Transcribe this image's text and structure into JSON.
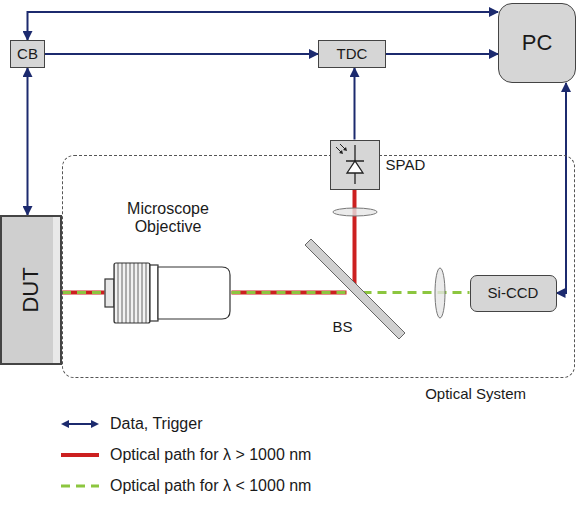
{
  "diagram": {
    "nodes": [
      {
        "text": [
          "CB"
        ]
      },
      {
        "text": [
          "TDC"
        ]
      },
      {
        "text": [
          "PC"
        ]
      },
      {
        "text": [
          "Optical System"
        ]
      },
      {
        "text": [
          "SPAD"
        ],
        "in": 3
      },
      {
        "text": [
          "DUT"
        ]
      },
      {
        "text": [
          "Microscope Objective"
        ],
        "in": 3
      },
      {
        "text": [
          "BS"
        ],
        "in": 3
      },
      {
        "text": [
          "Si-CCD"
        ],
        "in": 3
      }
    ],
    "edges": [
      {
        "from": 0,
        "to": 2,
        "arrow": "both"
      },
      {
        "from": 0,
        "to": 1,
        "arrow": "to"
      },
      {
        "from": 1,
        "to": 2,
        "arrow": "to"
      },
      {
        "from": 4,
        "to": 1,
        "arrow": "to"
      },
      {
        "from": 0,
        "to": 5,
        "arrow": "both"
      },
      {
        "from": 2,
        "to": 8,
        "arrow": "both"
      },
      {
        "from": 5,
        "to": 6,
        "arrow": "none"
      },
      {
        "from": 6,
        "to": 7,
        "arrow": "none"
      },
      {
        "from": 7,
        "to": 4,
        "arrow": "none"
      },
      {
        "from": 7,
        "to": 8,
        "arrow": "none"
      }
    ],
    "legend": [
      {
        "text": "Data, Trigger"
      },
      {
        "text": "Optical path for λ > 1000 nm"
      },
      {
        "text": "Optical path for λ < 1000 nm"
      }
    ]
  }
}
